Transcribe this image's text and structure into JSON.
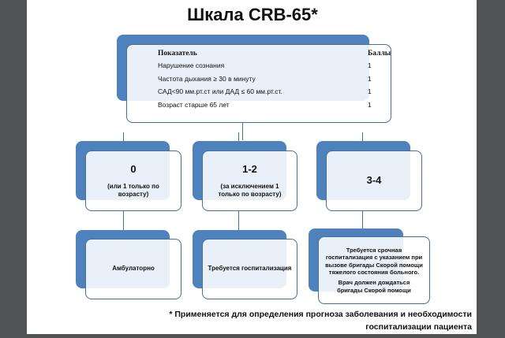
{
  "title": "Шкала CRB-65*",
  "criteria": {
    "header": {
      "name": "Показатель",
      "score": "Баллы"
    },
    "rows": [
      {
        "name": "Нарушение сознания",
        "score": "1"
      },
      {
        "name": "Частота дыхания ≥ 30  в минуту",
        "score": "1"
      },
      {
        "name": "САД<90 мм.рт.ст или ДАД ≤ 60 мм.рт.ст.",
        "score": "1"
      },
      {
        "name": "Возраст старше 65 лет",
        "score": "1"
      }
    ]
  },
  "scores": [
    {
      "value": "0",
      "note": "(или 1 только по возрасту)",
      "action": "Амбулаторно"
    },
    {
      "value": "1-2",
      "note": "(за исключением 1 только по возрасту)",
      "action": "Требуется госпитализация"
    },
    {
      "value": "3-4",
      "note": "",
      "action": "Требуется срочная госпитализация с указанием при вызове бригады Скорой помощи тяжелого состояния больного.",
      "action2": "Врач должен дождаться бригады Скорой помощи"
    }
  ],
  "footnote": {
    "line1": "* Применяется для определения прогноза заболевания и необходимости",
    "line2": "госпитализации пациента"
  },
  "colors": {
    "box_fill": "#4f81bd",
    "box_border": "#41719c",
    "background": "#515355"
  }
}
